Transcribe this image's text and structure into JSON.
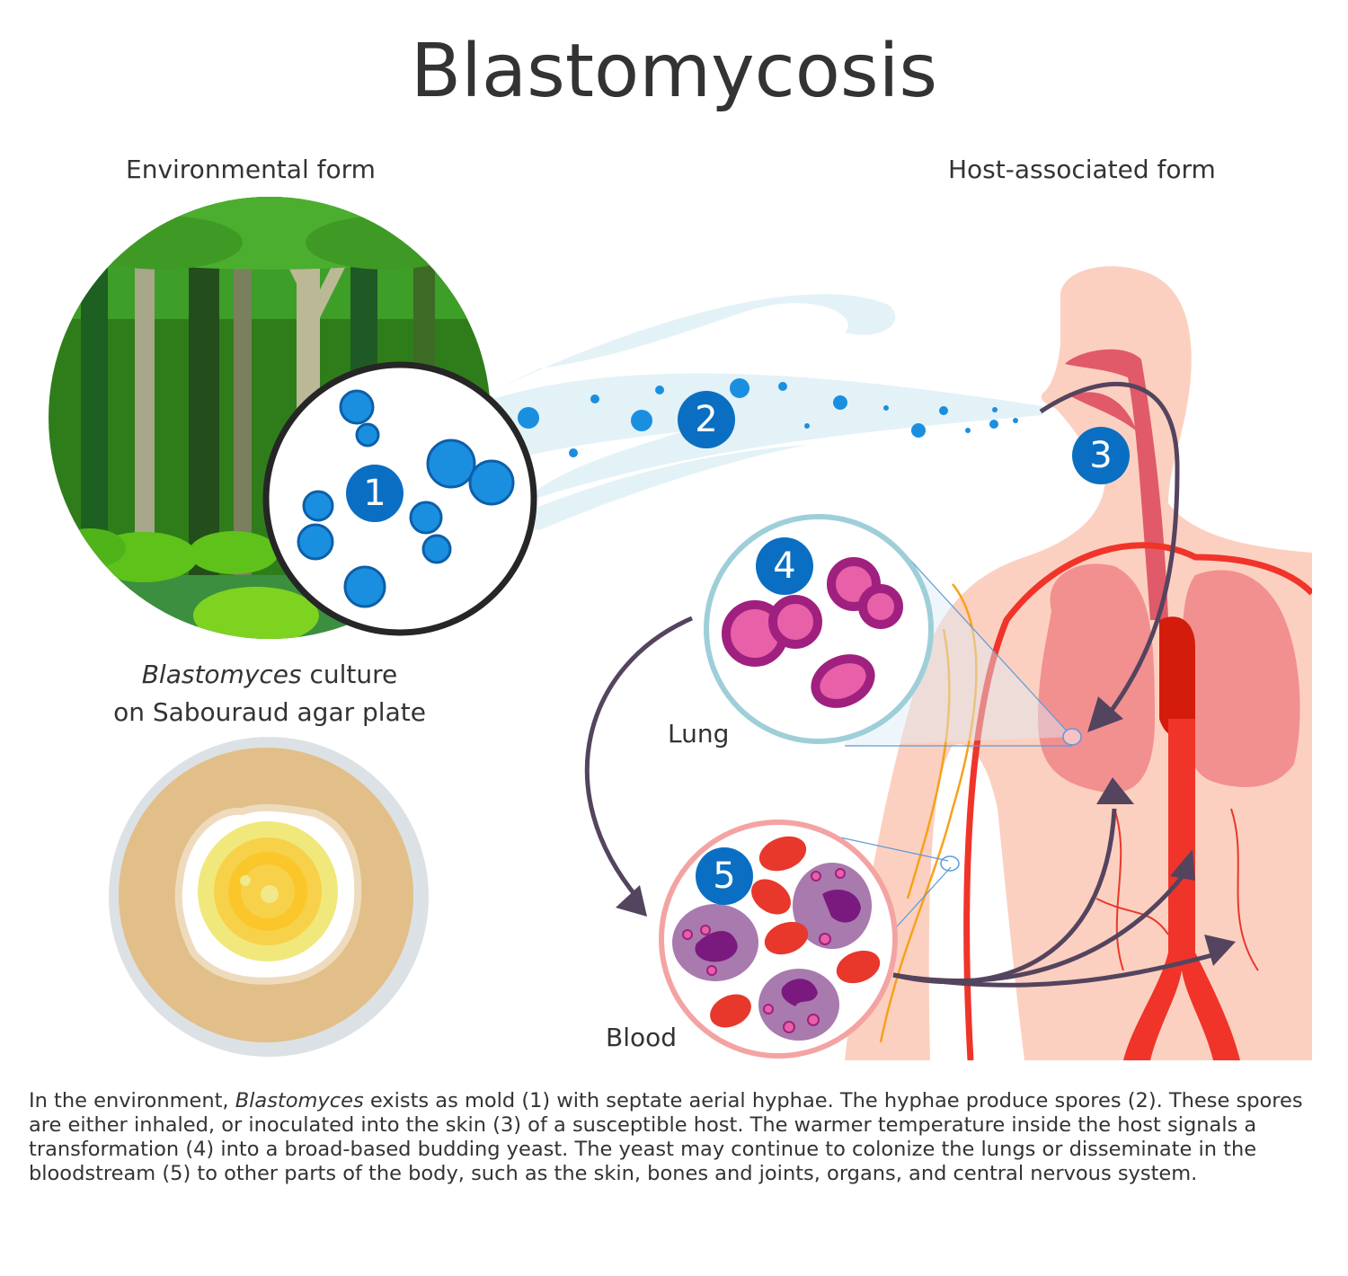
{
  "title": "Blastomycosis",
  "labels": {
    "environmental_form": "Environmental form",
    "host_form": "Host-associated form",
    "culture_italic": "Blastomyces",
    "culture_rest_line1": " culture",
    "culture_line2": "on Sabouraud agar plate",
    "lung": "Lung",
    "blood": "Blood"
  },
  "markers": [
    {
      "id": 1,
      "label": "1",
      "meaning": "mold"
    },
    {
      "id": 2,
      "label": "2",
      "meaning": "spores"
    },
    {
      "id": 3,
      "label": "3",
      "meaning": "inhaled / inoculated"
    },
    {
      "id": 4,
      "label": "4",
      "meaning": "transformation to yeast"
    },
    {
      "id": 5,
      "label": "5",
      "meaning": "bloodstream dissemination"
    }
  ],
  "colors": {
    "marker_blue": "#0a6fc2",
    "spore_blue": "#1a8fe0",
    "arrow": "#54445e",
    "yeast_pink": "#e860a8",
    "yeast_purple": "#a0207f",
    "rbc_red": "#e8382c",
    "skin": "#fcd0c0",
    "lung": "#f29090",
    "agar": "#e2bf88"
  },
  "description": {
    "part1": "In the environment, ",
    "italic": "Blastomyces",
    "part2": " exists as mold (1) with septate aerial hyphae. The hyphae produce spores (2). These spores are either inhaled, or inoculated into the skin (3) of a susceptible host. The warmer temperature inside the host signals a transformation (4) into a broad-based budding yeast. The yeast may continue to colonize the lungs or disseminate in the bloodstream (5) to other parts of the body, such as the skin, bones and joints, organs, and central nervous system."
  }
}
